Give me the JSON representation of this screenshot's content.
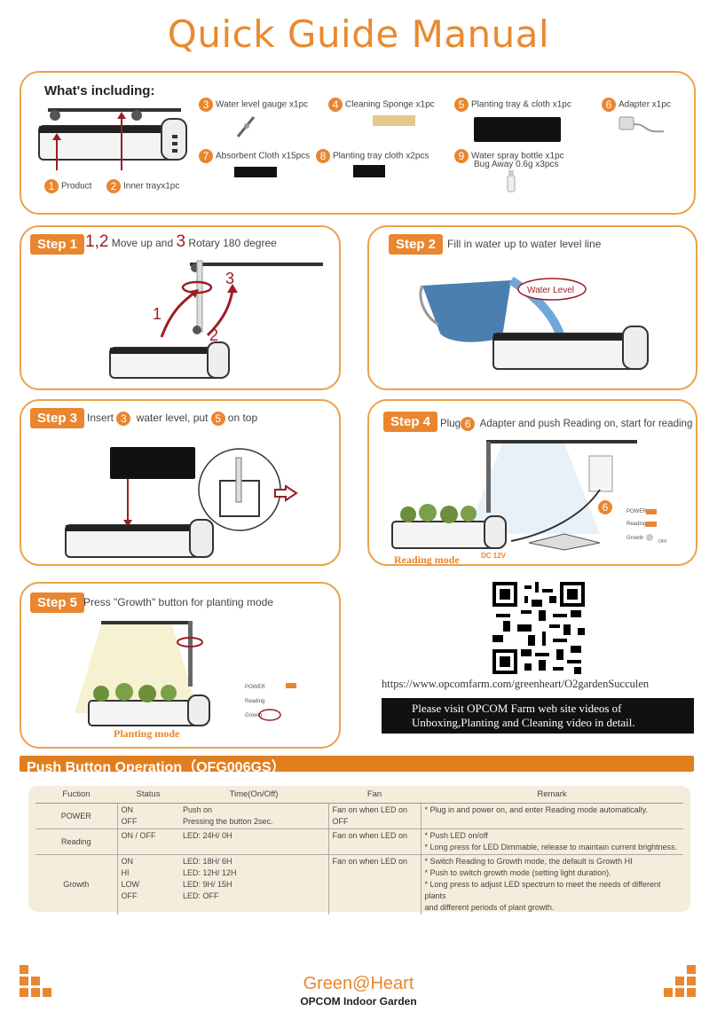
{
  "title": "Quick Guide Manual",
  "includes": {
    "heading": "What's including:",
    "items": [
      {
        "n": "1",
        "label": "Product"
      },
      {
        "n": "2",
        "label": "Inner trayx1pc"
      },
      {
        "n": "3",
        "label": "Water level gauge x1pc"
      },
      {
        "n": "4",
        "label": "Cleaning Sponge x1pc"
      },
      {
        "n": "5",
        "label": "Planting tray & cloth x1pc"
      },
      {
        "n": "6",
        "label": "Adapter x1pc"
      },
      {
        "n": "7",
        "label": "Absorbent Cloth x15pcs"
      },
      {
        "n": "8",
        "label": "Planting tray cloth x2pcs"
      },
      {
        "n": "9",
        "label": "Water spray bottle x1pc"
      },
      {
        "n": "",
        "label": "Bug Away  0.6g x3pcs"
      }
    ]
  },
  "steps": {
    "s1": {
      "badge": "Step 1",
      "n1": "1,2",
      "t1": "Move up and",
      "n2": "3",
      "t2": "Rotary 180 degree",
      "callouts": [
        "1",
        "2",
        "3"
      ]
    },
    "s2": {
      "badge": "Step 2",
      "text": "Fill in water up to water level line",
      "gauge": "Water Level"
    },
    "s3": {
      "badge": "Step 3",
      "t1": "Insert",
      "n1": "3",
      "t2": "water level, put",
      "n2": "5",
      "t3": "on top"
    },
    "s4": {
      "badge": "Step 4",
      "t1": "Plug",
      "n1": "6",
      "t2": "Adapter and push Reading on, start for reading",
      "mode": "Reading mode",
      "dc": "DC 12V",
      "n3": "6",
      "btns": [
        "POWER",
        "Reading",
        "Growth",
        "OFF"
      ]
    },
    "s5": {
      "badge": "Step 5",
      "text": "Press \"Growth\" button for planting mode",
      "mode": "Planting mode",
      "btns": [
        "POWER",
        "Reading",
        "Growth"
      ]
    }
  },
  "url": "https://www.opcomfarm.com/greenheart/O2gardenSucculen",
  "visit": [
    "Please visit OPCOM Farm web site videos of",
    "Unboxing,Planting and Cleaning video in detail."
  ],
  "ops": {
    "title": "Push Button Operation（OFG006GS）",
    "headers": [
      "Fuction",
      "Status",
      "Time(On/Off)",
      "Fan",
      "Remark"
    ],
    "rows": {
      "power": {
        "fn": "POWER",
        "status": [
          "ON",
          "OFF"
        ],
        "time": [
          "Push on",
          "Pressing the button 2sec."
        ],
        "fan": [
          "Fan on when LED on",
          "OFF"
        ],
        "remark": [
          "* Plug in and power on, and enter Reading mode automatically."
        ]
      },
      "reading": {
        "fn": "Reading",
        "status": [
          "ON / OFF"
        ],
        "time": [
          "LED: 24H/ 0H"
        ],
        "fan": [
          "Fan on when LED on"
        ],
        "remark": [
          "* Push LED on/off",
          "* Long press for LED Dimmable, release to maintain current brightness."
        ]
      },
      "growth": {
        "fn": "Growth",
        "status": [
          "ON",
          "HI",
          "LOW",
          "OFF"
        ],
        "time": [
          "LED: 18H/ 6H",
          "LED: 12H/ 12H",
          "LED: 9H/ 15H",
          "LED: OFF"
        ],
        "fan": [
          "Fan on when LED on"
        ],
        "remark": [
          "* Switch Reading to Growth mode, the default is Growth HI",
          "* Push to switch growth mode (setting light duration).",
          "* Long press to adjust LED spectrum to meet the needs of different plants",
          "and different periods of plant growth."
        ]
      }
    }
  },
  "brand": {
    "name": "Green@Heart",
    "sub": "OPCOM Indoor Garden"
  },
  "colors": {
    "accent": "#e9862f",
    "panel_border": "#eca14a",
    "arrow": "#9b1d24",
    "table_bg": "#f5eddc"
  }
}
